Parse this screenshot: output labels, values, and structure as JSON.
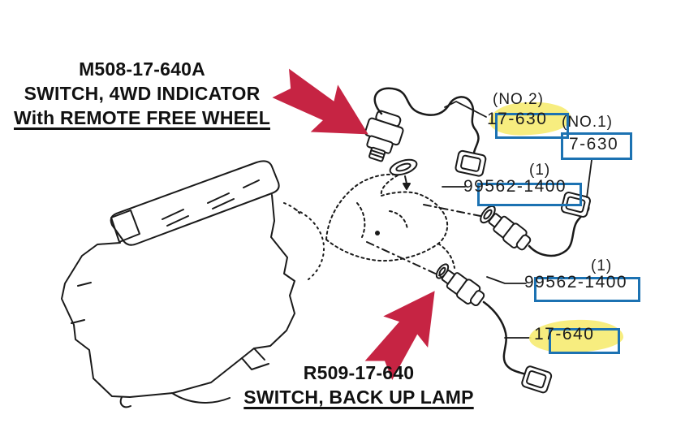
{
  "colors": {
    "background": "#ffffff",
    "line_art": "#1a1a1a",
    "arrow_red": "#C62443",
    "callout_box_blue": "#1C72B2",
    "highlight_yellow": "#F6EC74"
  },
  "top_annotation": {
    "part_code": "M508-17-640A",
    "name": "SWITCH, 4WD INDICATOR",
    "variant": "With REMOTE FREE WHEEL"
  },
  "bottom_annotation": {
    "part_code": "R509-17-640",
    "name": "SWITCH, BACK UP LAMP"
  },
  "part_labels": {
    "indicator_switch_no2": {
      "qualifier": "(NO.2)",
      "part_number": "17-630",
      "highlighted": true,
      "boxed": true
    },
    "indicator_switch_no1": {
      "qualifier": "(NO.1)",
      "part_number": "7-630",
      "highlighted": false,
      "boxed": true
    },
    "washer_upper": {
      "qualifier": "(1)",
      "part_number": "99562-1400",
      "highlighted": false,
      "boxed": true
    },
    "washer_lower": {
      "qualifier": "(1)",
      "part_number": "99562-1400",
      "highlighted": false,
      "boxed": true
    },
    "backup_lamp_switch": {
      "part_number": "17-640",
      "highlighted": true,
      "boxed": true
    }
  },
  "icons": {
    "pointer_arrow": "fat red diagonal callout arrow"
  }
}
